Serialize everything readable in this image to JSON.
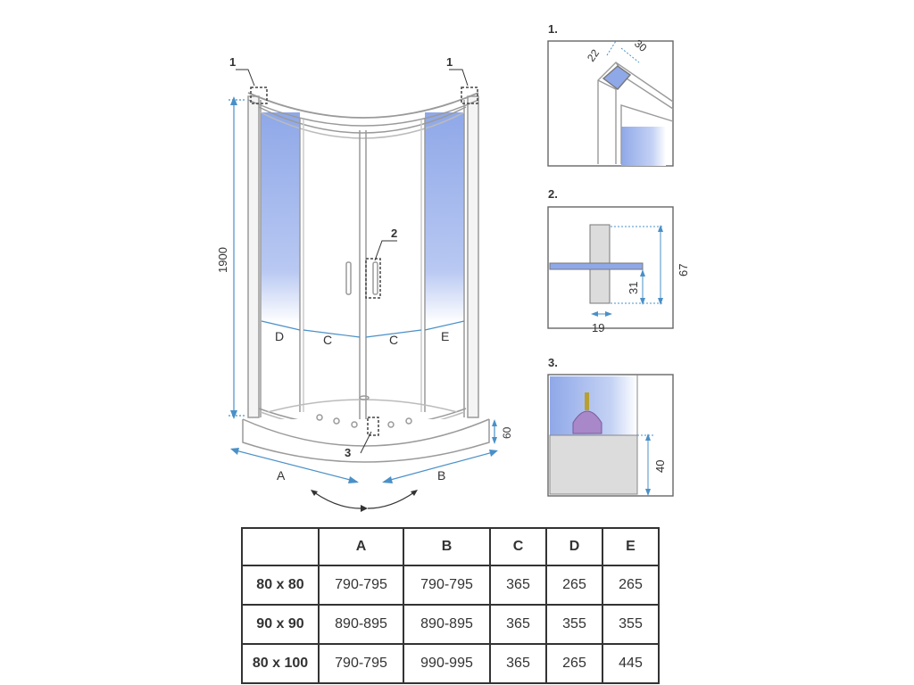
{
  "main_drawing": {
    "height_label": "1900",
    "tray_height_label": "60",
    "callout_1_left": "1",
    "callout_1_right": "1",
    "callout_2": "2",
    "callout_3": "3",
    "dim_A": "A",
    "dim_B": "B",
    "dim_C_left": "C",
    "dim_C_right": "C",
    "dim_D": "D",
    "dim_E": "E"
  },
  "detail_1": {
    "number": "1.",
    "dim_a": "22",
    "dim_b": "30"
  },
  "detail_2": {
    "number": "2.",
    "dim_height": "67",
    "dim_mid": "31",
    "dim_width": "19"
  },
  "detail_3": {
    "number": "3.",
    "dim_height": "40"
  },
  "table": {
    "headers": [
      "",
      "A",
      "B",
      "C",
      "D",
      "E"
    ],
    "rows": [
      [
        "80 x 80",
        "790-795",
        "790-795",
        "365",
        "265",
        "265"
      ],
      [
        "90 x 90",
        "890-895",
        "890-895",
        "365",
        "355",
        "355"
      ],
      [
        "80 x 100",
        "790-795",
        "990-995",
        "365",
        "265",
        "445"
      ]
    ]
  },
  "colors": {
    "line": "#999999",
    "dim_blue": "#4a90c8",
    "glass_blue": "#8fa8e8",
    "seal_purple": "#a888c8",
    "text": "#333333"
  }
}
